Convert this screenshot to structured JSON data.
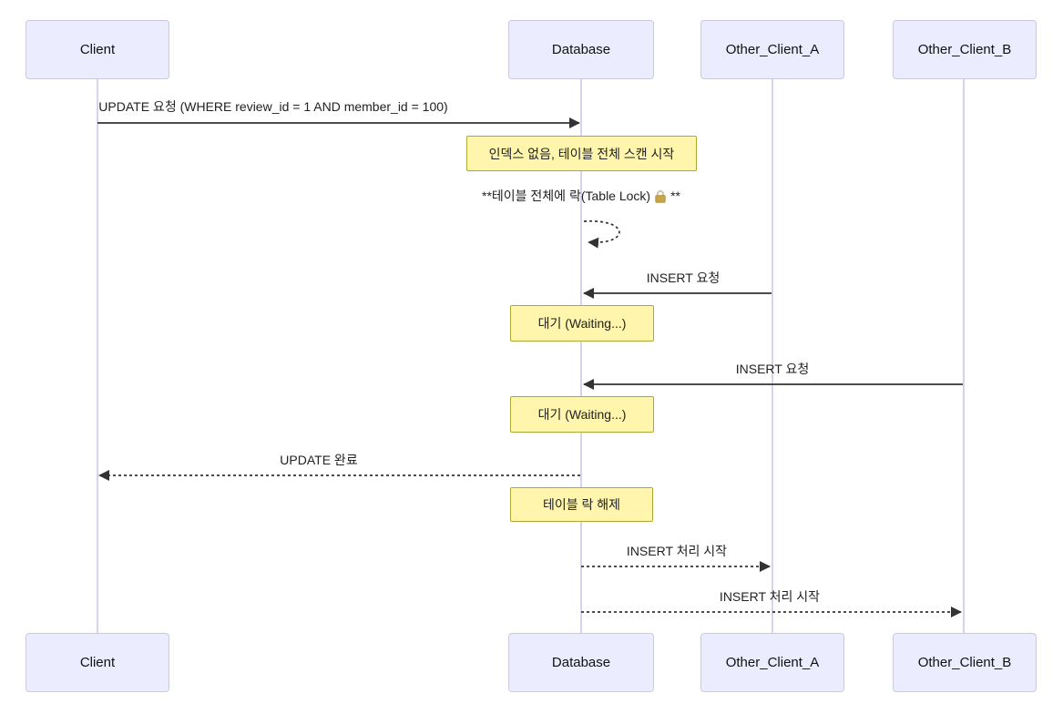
{
  "theme": {
    "colors": {
      "actor-fill": "#ECECFF",
      "actor-border": "#CCC9DE",
      "note-fill": "#FFF5AD",
      "note-border": "#AAAA33",
      "lifeline": "#D8D2EA",
      "arrow": "#333333",
      "text": "#1f1f1f"
    }
  },
  "diagram": {
    "actors": [
      {
        "name": "Client"
      },
      {
        "name": "Database"
      },
      {
        "name": "Other_Client_A"
      },
      {
        "name": "Other_Client_B"
      }
    ],
    "messages": [
      {
        "id": "update-request",
        "from": "Client",
        "to": "Database",
        "label": "UPDATE 요청 (WHERE review_id = 1 AND member_id = 100)",
        "line": "solid"
      },
      {
        "id": "table-lock-self",
        "from": "Database",
        "to": "Database",
        "label_prefix": "**테이블 전체에 락(Table Lock)",
        "label_suffix": "**",
        "icon": "lock-icon",
        "line": "dotted"
      },
      {
        "id": "insert-request-a",
        "from": "Other_Client_A",
        "to": "Database",
        "label": "INSERT 요청",
        "line": "solid"
      },
      {
        "id": "insert-request-b",
        "from": "Other_Client_B",
        "to": "Database",
        "label": "INSERT 요청",
        "line": "solid"
      },
      {
        "id": "update-done",
        "from": "Database",
        "to": "Client",
        "label": "UPDATE 완료",
        "line": "dotted"
      },
      {
        "id": "insert-start-a",
        "from": "Database",
        "to": "Other_Client_A",
        "label": "INSERT 처리 시작",
        "line": "dotted"
      },
      {
        "id": "insert-start-b",
        "from": "Database",
        "to": "Other_Client_B",
        "label": "INSERT 처리 시작",
        "line": "dotted"
      }
    ],
    "notes": [
      {
        "id": "full-scan",
        "over": "Database",
        "text": "인덱스 없음, 테이블 전체 스캔 시작"
      },
      {
        "id": "waiting-a",
        "over": "Database",
        "text": "대기 (Waiting...)"
      },
      {
        "id": "waiting-b",
        "over": "Database",
        "text": "대기 (Waiting...)"
      },
      {
        "id": "lock-release",
        "over": "Database",
        "text": "테이블 락 해제"
      }
    ]
  }
}
